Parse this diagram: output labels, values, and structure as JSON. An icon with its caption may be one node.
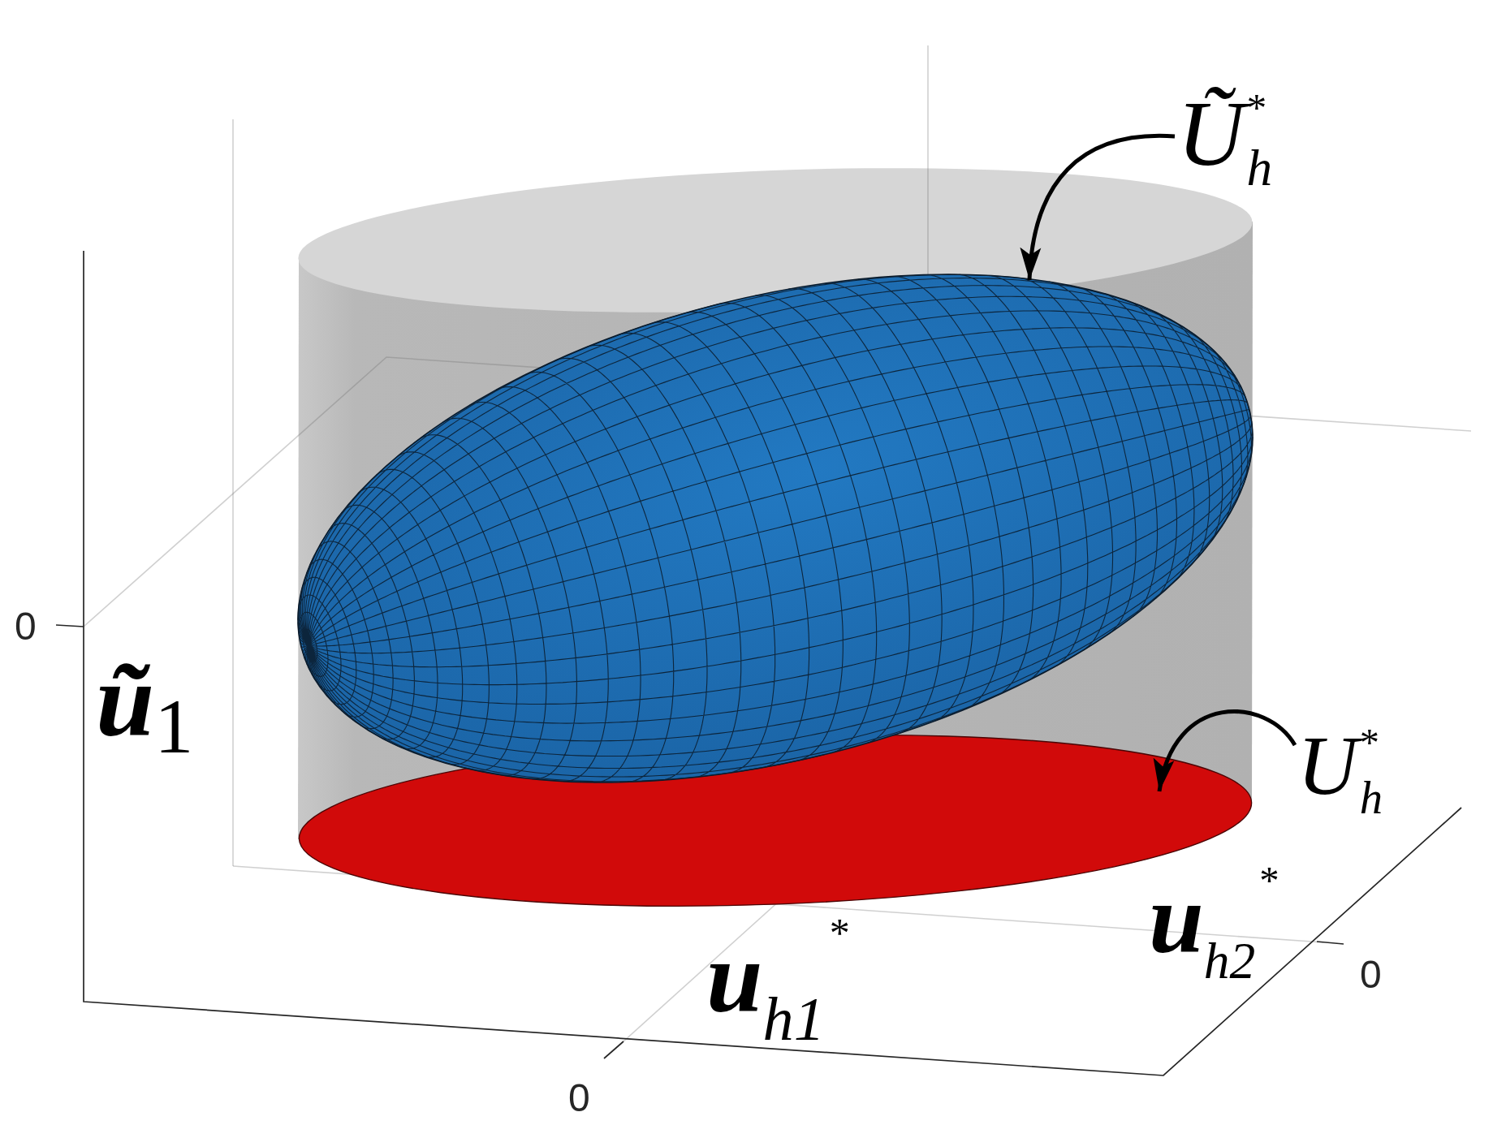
{
  "diagram": {
    "nodes": [
      {
        "text": [
          "Ũ$^{*}$$_{h}$"
        ]
      },
      {
        "text": [],
        "shape": "ellipsoid"
      },
      {
        "text": [
          "U$^{*}$$_{h}$"
        ]
      },
      {
        "text": [],
        "shape": "ellipse"
      }
    ],
    "edges": [
      {
        "from": 0,
        "to": 1,
        "arrow": "to"
      },
      {
        "from": 2,
        "to": 3,
        "arrow": "to"
      }
    ],
    "labels": [
      "0",
      "ũ$_{1}$",
      "u$_{h2}$$^{*}$",
      "0",
      "u$_{h1}$$^{*}$",
      "0"
    ]
  }
}
